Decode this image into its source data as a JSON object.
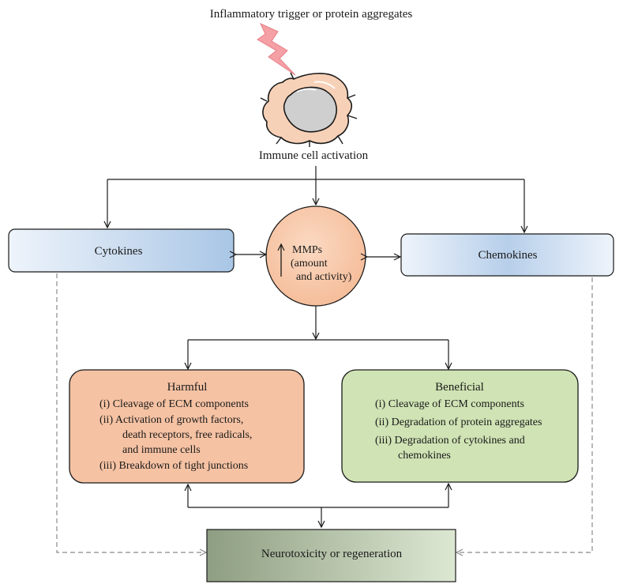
{
  "trigger_label": "Inflammatory trigger or protein aggregates",
  "activation_label": "Immune cell activation",
  "cytokines_label": "Cytokines",
  "chemokines_label": "Chemokines",
  "mmps": {
    "line1": "MMPs",
    "line2": "(amount",
    "line3": "and activity)"
  },
  "harmful": {
    "title": "Harmful",
    "items": [
      [
        "(i) Cleavage of ECM components"
      ],
      [
        "(ii) Activation of growth factors,",
        "death receptors, free radicals,",
        "and immune cells"
      ],
      [
        "(iii) Breakdown of tight junctions"
      ]
    ]
  },
  "beneficial": {
    "title": "Beneficial",
    "items": [
      [
        "(i) Cleavage of ECM components"
      ],
      [
        "(ii) Degradation of protein aggregates"
      ],
      [
        "(iii) Degradation of cytokines and",
        "chemokines"
      ]
    ]
  },
  "outcome_label": "Neurotoxicity or regeneration",
  "colors": {
    "blue_box_light": "#eef4fb",
    "blue_box_dark": "#a9c6e6",
    "mmp_circle": "#f6c5a6",
    "harmful_fill": "#f5c2a3",
    "beneficial_fill": "#cfe3b4",
    "outcome_dark": "#8e9e82",
    "outcome_light": "#dde8d2",
    "lightning": "#f5a0a5",
    "cell_body": "#f7d1b7",
    "nucleus": "#cfcfcf"
  }
}
